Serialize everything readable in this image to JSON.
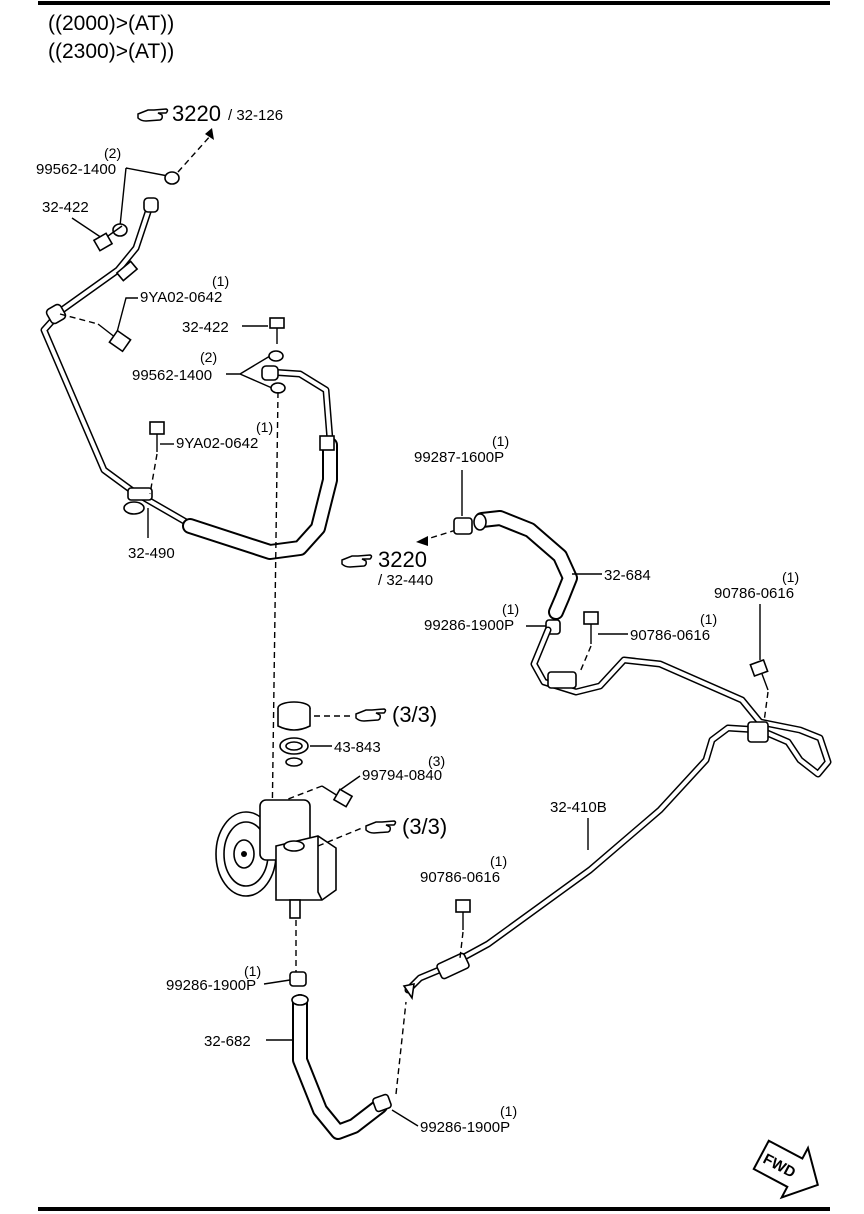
{
  "header": {
    "line1": "((2000)>(AT))",
    "line2": "((2300)>(AT))"
  },
  "refs": {
    "ref_top_num": "3220",
    "ref_top_sub": "/ 32-126",
    "ref_mid_num": "3220",
    "ref_mid_sub": "/ 32-440",
    "ref_cap": "(3/3)",
    "ref_pump": "(3/3)"
  },
  "labels": {
    "washer_top_qty": "(2)",
    "washer_top": "99562-1400",
    "bolt_top": "32-422",
    "bolt_9ya_top_qty": "(1)",
    "bolt_9ya_top": "9YA02-0642",
    "bolt_mid": "32-422",
    "washer_mid_qty": "(2)",
    "washer_mid": "99562-1400",
    "bolt_9ya_low_qty": "(1)",
    "bolt_9ya_low": "9YA02-0642",
    "pipe_490": "32-490",
    "clamp_99287_qty": "(1)",
    "clamp_99287": "99287-1600P",
    "hose_684": "32-684",
    "clamp_99286_a_qty": "(1)",
    "clamp_99286_a": "99286-1900P",
    "bolt_90786_a_qty": "(1)",
    "bolt_90786_a": "90786-0616",
    "bolt_90786_b_qty": "(1)",
    "bolt_90786_b": "90786-0616",
    "seal_43843": "43-843",
    "bolt_99794_qty": "(3)",
    "bolt_99794": "99794-0840",
    "pipe_410b": "32-410B",
    "bolt_90786_c_qty": "(1)",
    "bolt_90786_c": "90786-0616",
    "clamp_99286_b_qty": "(1)",
    "clamp_99286_b": "99286-1900P",
    "hose_682": "32-682",
    "clamp_99286_c_qty": "(1)",
    "clamp_99286_c": "99286-1900P",
    "fwd": "FWD"
  }
}
